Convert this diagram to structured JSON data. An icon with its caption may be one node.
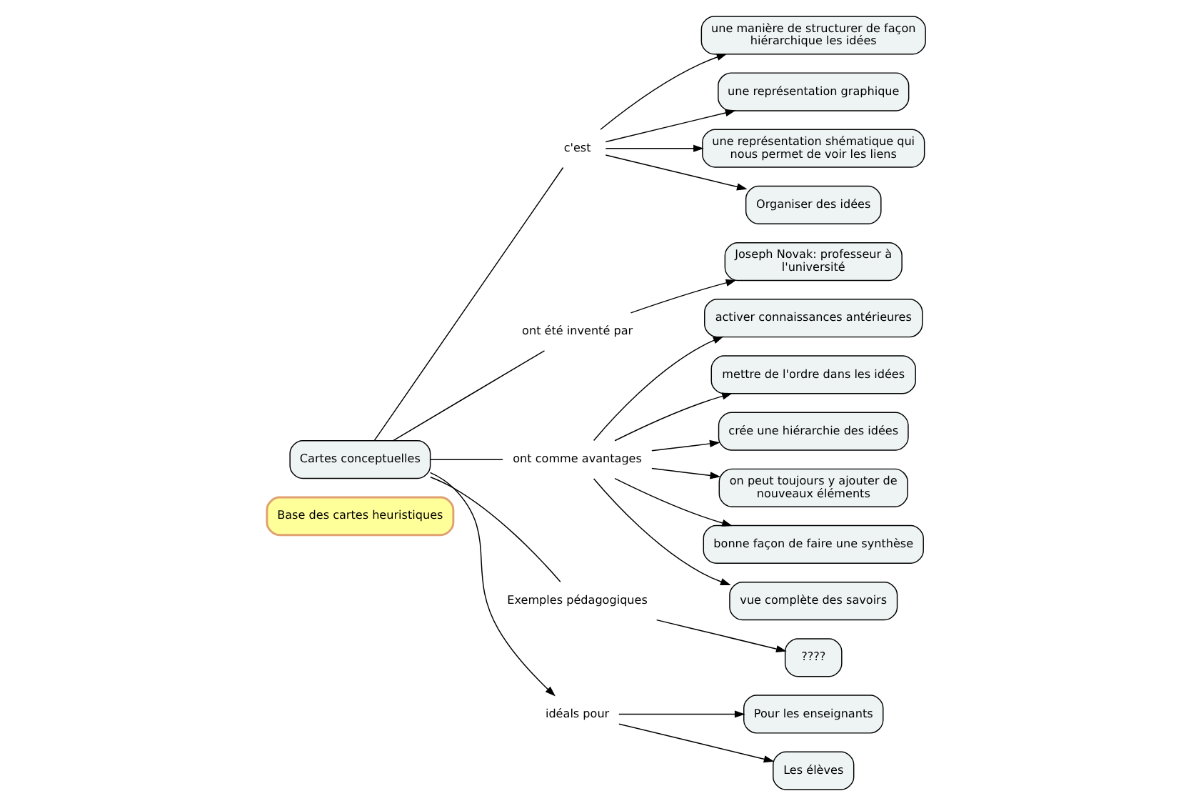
{
  "diagram": {
    "nodes": [
      {
        "text": [
          "Base des cartes heuristiques"
        ]
      },
      {
        "text": [
          "Cartes conceptuelles"
        ]
      },
      {
        "text": [
          "c'est"
        ]
      },
      {
        "text": [
          "une manière de structurer de façon hiérarchique les idées"
        ]
      },
      {
        "text": [
          "une représentation graphique"
        ]
      },
      {
        "text": [
          "une représentation shématique qui nous permet de voir les liens"
        ]
      },
      {
        "text": [
          "Organiser des idées"
        ]
      },
      {
        "text": [
          "ont été inventé par"
        ]
      },
      {
        "text": [
          "Joseph Novak: professeur à l'université"
        ]
      },
      {
        "text": [
          "ont comme avantages"
        ]
      },
      {
        "text": [
          "activer connaissances antérieures"
        ]
      },
      {
        "text": [
          "mettre de l'ordre dans les idées"
        ]
      },
      {
        "text": [
          "crée une hiérarchie des idées"
        ]
      },
      {
        "text": [
          "on peut toujours y ajouter de nouveaux éléments"
        ]
      },
      {
        "text": [
          "bonne façon de faire une synthèse"
        ]
      },
      {
        "text": [
          "vue complète des savoirs"
        ]
      },
      {
        "text": [
          "Exemples pédagogiques"
        ]
      },
      {
        "text": [
          "????"
        ]
      },
      {
        "text": [
          "idéals pour"
        ]
      },
      {
        "text": [
          "Pour les enseignants"
        ]
      },
      {
        "text": [
          "Les élèves"
        ]
      }
    ],
    "edges": [
      {
        "from": 1,
        "to": 2,
        "arrow": "none"
      },
      {
        "from": 2,
        "to": 3,
        "arrow": "to"
      },
      {
        "from": 2,
        "to": 4,
        "arrow": "to"
      },
      {
        "from": 2,
        "to": 5,
        "arrow": "to"
      },
      {
        "from": 2,
        "to": 6,
        "arrow": "to"
      },
      {
        "from": 1,
        "to": 7,
        "arrow": "none"
      },
      {
        "from": 7,
        "to": 8,
        "arrow": "to"
      },
      {
        "from": 1,
        "to": 9,
        "arrow": "none"
      },
      {
        "from": 9,
        "to": 10,
        "arrow": "to"
      },
      {
        "from": 9,
        "to": 11,
        "arrow": "to"
      },
      {
        "from": 9,
        "to": 12,
        "arrow": "to"
      },
      {
        "from": 9,
        "to": 13,
        "arrow": "to"
      },
      {
        "from": 9,
        "to": 14,
        "arrow": "to"
      },
      {
        "from": 9,
        "to": 15,
        "arrow": "to"
      },
      {
        "from": 1,
        "to": 16,
        "arrow": "none"
      },
      {
        "from": 16,
        "to": 17,
        "arrow": "to"
      },
      {
        "from": 1,
        "to": 18,
        "arrow": "to"
      },
      {
        "from": 18,
        "to": 19,
        "arrow": "to"
      },
      {
        "from": 18,
        "to": 20,
        "arrow": "to"
      }
    ]
  }
}
